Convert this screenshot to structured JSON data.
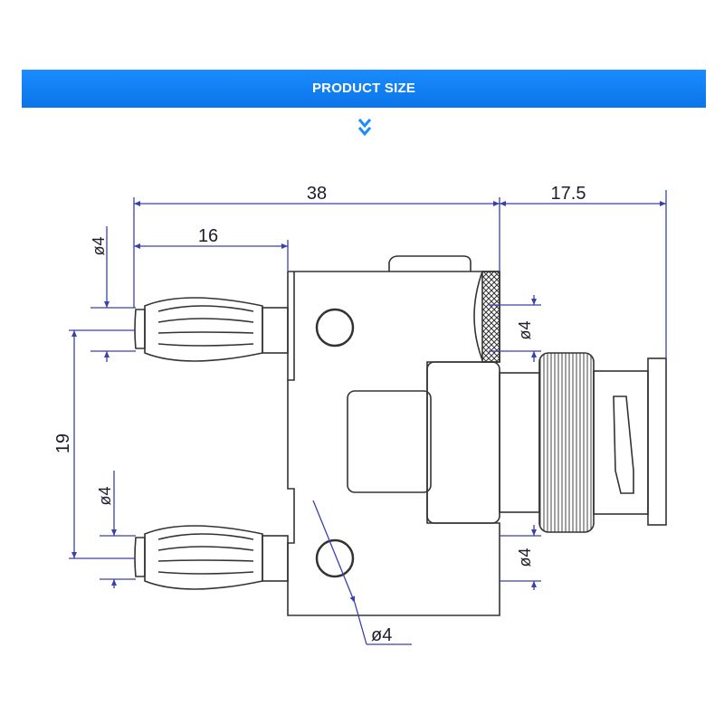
{
  "banner": {
    "title": "PRODUCT SIZE"
  },
  "colors": {
    "banner": "#1a8cff",
    "dimension_line": "#3b3fb0",
    "outline": "#333333"
  },
  "icons": {
    "scroll": "chevron-down-icon"
  },
  "dimensions": {
    "total_length": "38",
    "bnc_length": "17.5",
    "plug_length": "16",
    "pin_spacing": "19",
    "dia_top_plug": "ø4",
    "dia_bottom_plug": "ø4",
    "dia_top_socket": "ø4",
    "dia_bottom_socket": "ø4",
    "dia_hole": "ø4"
  }
}
